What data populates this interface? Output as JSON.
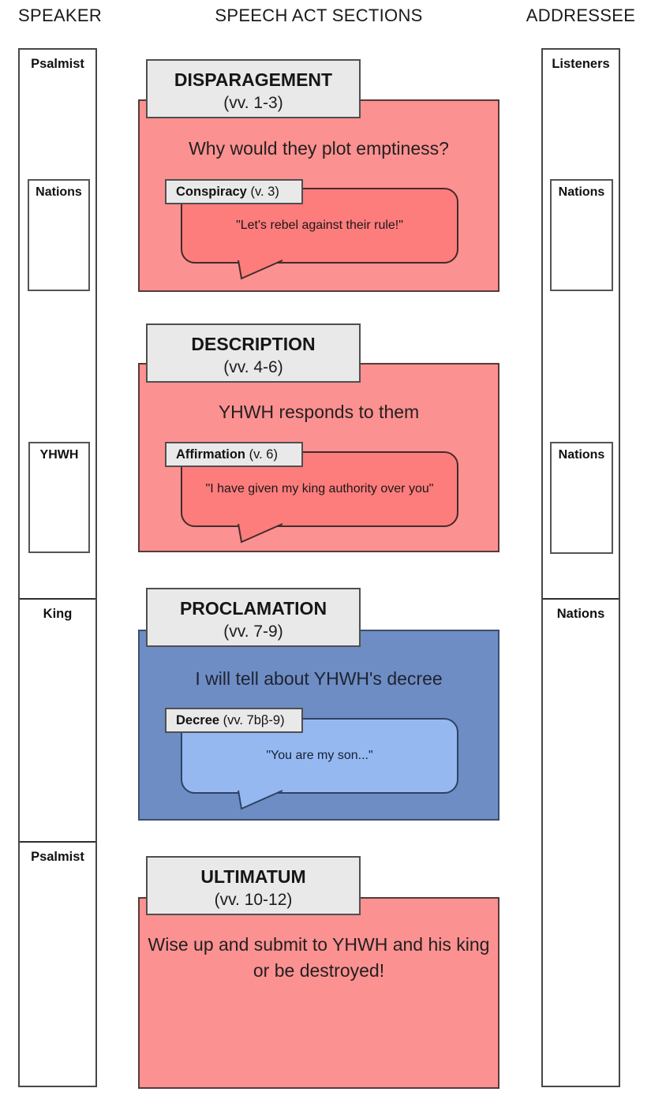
{
  "columns_header": {
    "speaker": "SPEAKER",
    "speech_acts": "SPEECH ACT SECTIONS",
    "addressee": "ADDRESSEE"
  },
  "speaker_column": {
    "segments": [
      {
        "label": "Psalmist",
        "sub_boxes": [
          "Nations",
          "YHWH"
        ]
      },
      {
        "label": "King",
        "sub_boxes": []
      },
      {
        "label": "Psalmist",
        "sub_boxes": []
      }
    ]
  },
  "addressee_column": {
    "segments": [
      {
        "label": "Listeners",
        "sub_boxes": [
          "Nations",
          "Nations"
        ]
      },
      {
        "label": "Nations",
        "sub_boxes": []
      }
    ]
  },
  "sections": [
    {
      "title": "DISPARAGEMENT",
      "verses": "(vv. 1-3)",
      "theme": "red",
      "prompt": "Why would they plot emptiness?",
      "callout_label_bold": "Conspiracy",
      "callout_label_rest": " (v. 3)",
      "quote": "\"Let's rebel against their rule!\""
    },
    {
      "title": "DESCRIPTION",
      "verses": "(vv. 4-6)",
      "theme": "red",
      "prompt": "YHWH responds to them",
      "callout_label_bold": "Affirmation",
      "callout_label_rest": " (v. 6)",
      "quote": "\"I have given my king authority over you\""
    },
    {
      "title": "PROCLAMATION",
      "verses": "(vv. 7-9)",
      "theme": "blue",
      "prompt": "I will tell about YHWH's decree",
      "callout_label_bold": "Decree",
      "callout_label_rest": " (vv. 7bβ-9)",
      "quote": "\"You are my son...\""
    },
    {
      "title": "ULTIMATUM",
      "verses": "(vv. 10-12)",
      "theme": "red",
      "prompt": "Wise up and submit to YHWH and his king or be destroyed!"
    }
  ],
  "colors": {
    "pink_body": "#FC9191",
    "pink_bubble": "#FD7C7C",
    "blue_body": "#6E8DC4",
    "blue_bubble": "#95B8F1",
    "header_fill": "#E9E9E9",
    "ink": "#1c1c1c"
  }
}
